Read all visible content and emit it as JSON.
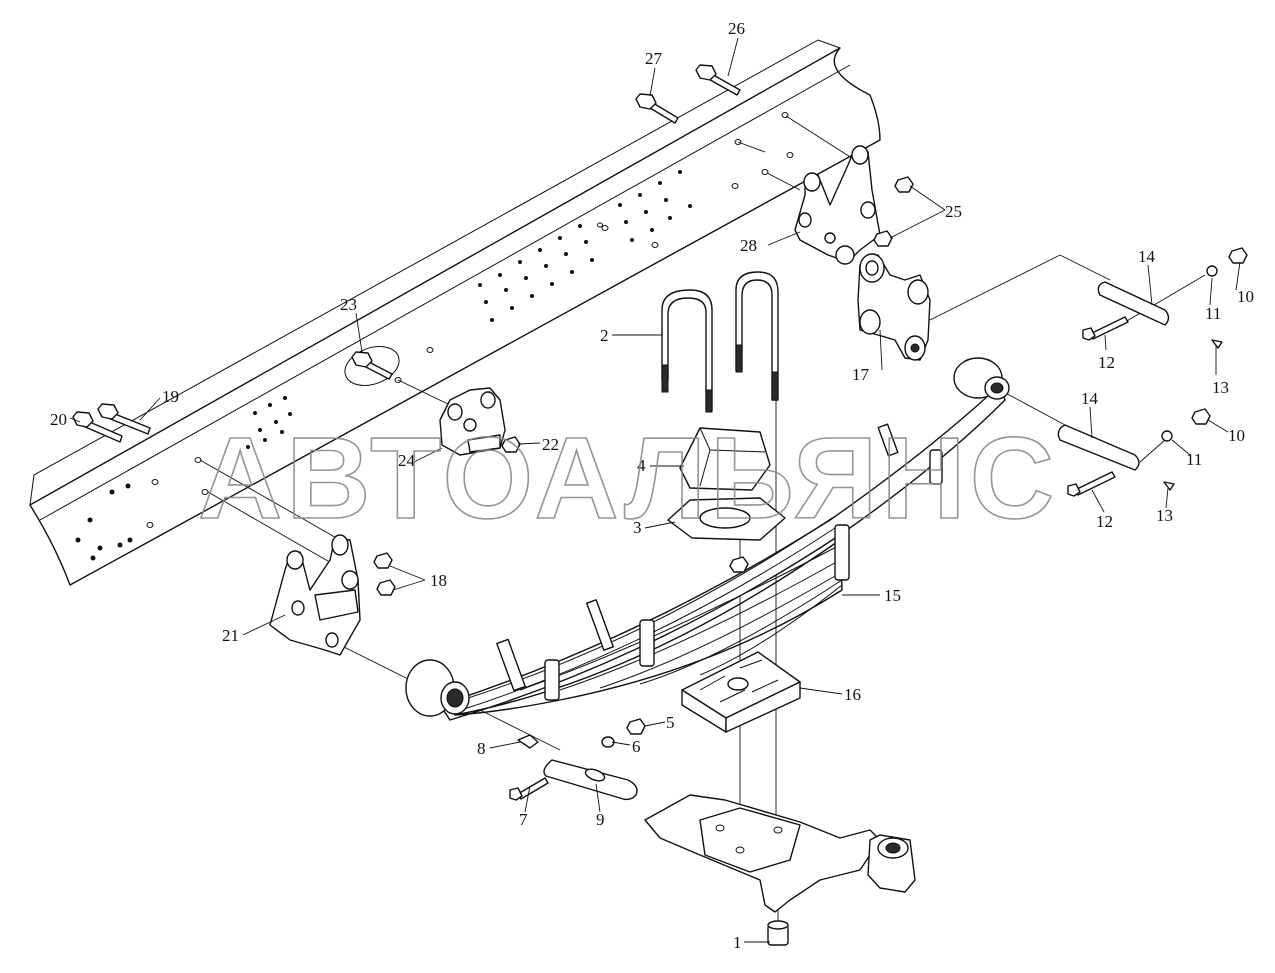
{
  "watermark": "АВТОАЛЬЯНС",
  "callouts": [
    "1",
    "2",
    "3",
    "4",
    "5",
    "6",
    "7",
    "8",
    "9",
    "10",
    "10",
    "11",
    "11",
    "12",
    "12",
    "13",
    "13",
    "14",
    "14",
    "15",
    "16",
    "17",
    "18",
    "19",
    "20",
    "21",
    "22",
    "23",
    "24",
    "25",
    "26",
    "27",
    "28"
  ]
}
